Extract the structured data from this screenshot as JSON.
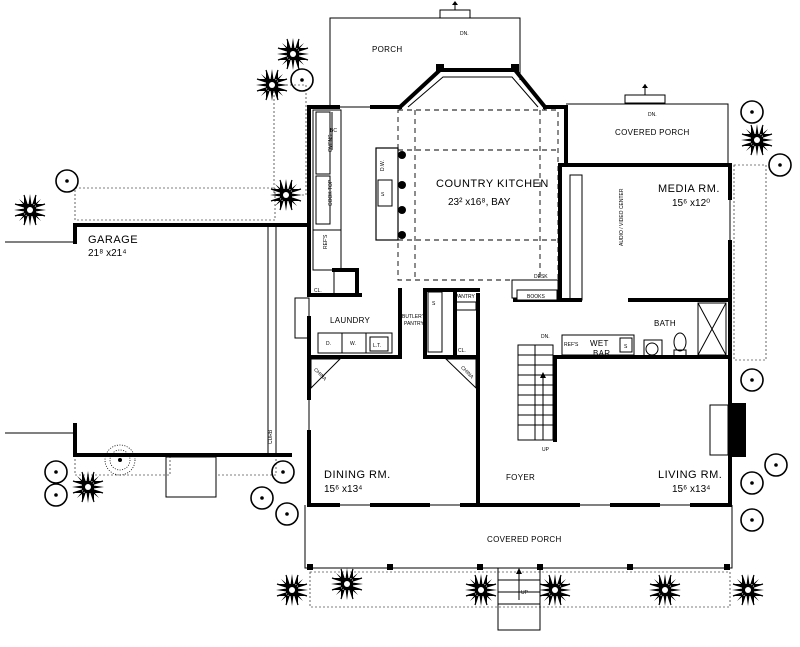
{
  "rooms": {
    "porch_top": "PORCH",
    "covered_porch_right": "COVERED PORCH",
    "country_kitchen": "COUNTRY KITCHEN",
    "country_kitchen_dims": "23² x16⁸, BAY",
    "media_rm": "MEDIA RM.",
    "media_rm_dims": "15⁶ x12⁰",
    "garage": "GARAGE",
    "garage_dims": "21⁸ x21⁴",
    "laundry": "LAUNDRY",
    "butlers_pantry": "BUTLER'S PANTRY",
    "pantry": "PANTRY",
    "bath": "BATH",
    "dining_rm": "DINING RM.",
    "dining_rm_dims": "15⁶ x13⁴",
    "foyer": "FOYER",
    "living_rm": "LIVING RM.",
    "living_rm_dims": "15⁶ x13⁴",
    "covered_porch_bottom": "COVERED PORCH"
  },
  "fixtures": {
    "dn_top": "DN.",
    "dn_right": "DN.",
    "dn_stair": "DN.",
    "up_stair": "UP",
    "up_porch": "UP",
    "ovens": "OVENS",
    "cook_top": "COOK TOP",
    "refs_kitchen": "REF'S",
    "refs_bar": "REF'S",
    "dw": "D.W.",
    "sink_s": "S",
    "desk": "DESK",
    "books": "BOOKS",
    "audio_video": "AUDIO / VIDEO CENTER",
    "cl": "CL.",
    "dryer": "D.",
    "washer": "W.",
    "laundry_tub": "L.T.",
    "china_left": "CHINA",
    "china_right": "CHINA",
    "wet_bar": "WET",
    "bar": "BAR",
    "curb": "CURB",
    "pantry_s": "S"
  }
}
